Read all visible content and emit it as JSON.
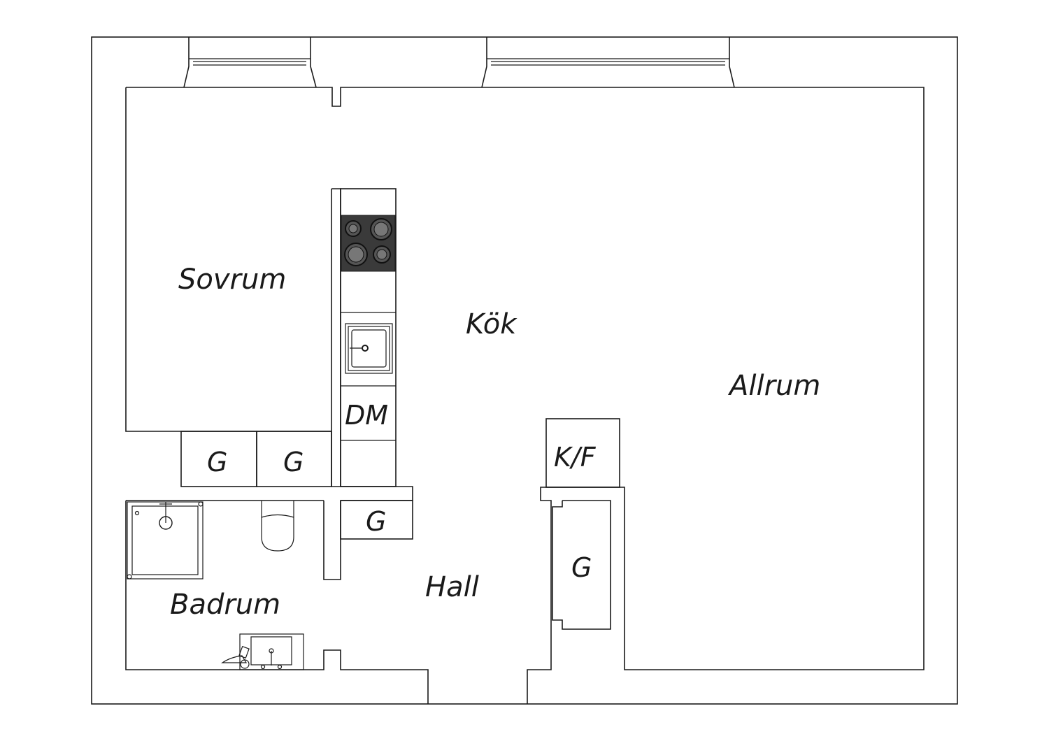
{
  "rooms": {
    "sovrum": "Sovrum",
    "kok": "Kök",
    "allrum": "Allrum",
    "badrum": "Badrum",
    "hall": "Hall"
  },
  "fixtures": {
    "dm": "DM",
    "kf": "K/F",
    "g_closet_1": "G",
    "g_closet_2": "G",
    "g_closet_hall": "G",
    "g_closet_right": "G"
  },
  "colors": {
    "line": "#1a1a1a",
    "stove": "#3a3a3a",
    "background": "#ffffff"
  }
}
